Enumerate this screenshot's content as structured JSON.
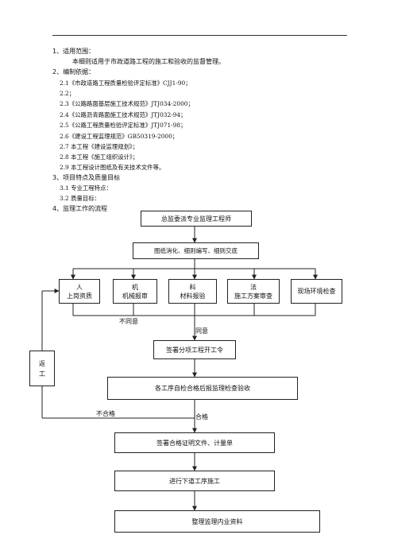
{
  "s1": {
    "heading": "1、适用范围：",
    "text": "本细则适用于市政道路工程的施工和验收的监督管理。"
  },
  "s2": {
    "heading": "2、编制依据：",
    "items": [
      "2.1《市政道路工程质量检验评定标准》CJJ1-90；",
      "2.2；",
      "2.3《公路路面基层施工技术规范》JTJ034-2000；",
      "2.4《公路沥青路面施工技术规范》JTJ032-94；",
      "2.5《公路工程质量检验评定标准》JTJ071-98；",
      "2.6《建设工程监理规范》GB50319-2000；",
      "2.7 本工程《建设监理规划》；",
      "2.8 本工程《施工组织设计》；",
      "2.9 本工程设计图纸及有关技术文件等。"
    ]
  },
  "s3": {
    "heading": "3、项目特点及质量目标",
    "items": [
      "3.1 专业工程特点：",
      "3.2 质量目标："
    ]
  },
  "s4": {
    "heading": "4、监理工作的流程"
  },
  "flow": {
    "top": "总监委派专业监理工程师",
    "second": "图纸消化、细则编写、细则交底",
    "ren": [
      "人",
      "上岗资质"
    ],
    "ji": [
      "机",
      "机械报审"
    ],
    "liao": [
      "料",
      "材料报验"
    ],
    "fa": [
      "法",
      "施工方案审查"
    ],
    "env": "现场环境检查",
    "disagree": "不同意",
    "agree": "同意",
    "order": "签署分项工程开工令",
    "selfcheck": "各工序自检合格后报监理检查验收",
    "unqualified": "不合格",
    "qualified": "合格",
    "sign": "签署合格证明文件、计量单",
    "next": "进行下道工序施工",
    "archive": "整理监理内业资料",
    "return": [
      "返",
      "工"
    ]
  }
}
